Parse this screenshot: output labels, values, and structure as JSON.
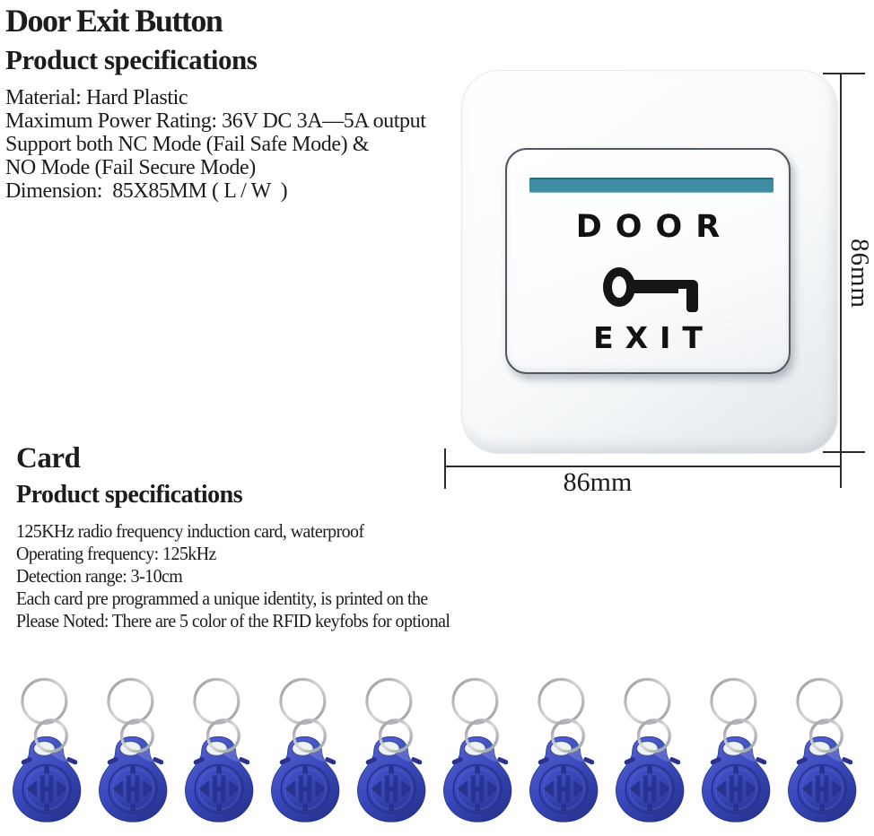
{
  "exit_button_section": {
    "title": "Door Exit Button",
    "subtitle": "Product specifications",
    "specs": [
      "Material: Hard Plastic",
      "Maximum Power Rating: 36V DC 3A—5A output",
      "Support both NC Mode (Fail Safe Mode) &",
      "NO Mode (Fail Secure Mode)",
      "Dimension:  85X85MM ( L / W  )"
    ]
  },
  "product_image": {
    "door_label": "DOOR",
    "exit_label": "EXIT",
    "key_icon": "key-icon",
    "height_label": "86mm",
    "width_label": "86mm"
  },
  "card_section": {
    "title": "Card",
    "subtitle": "Product specifications",
    "specs": [
      "125KHz radio frequency induction card, waterproof",
      "Operating frequency: 125kHz",
      "Detection range: 3-10cm",
      "Each card pre programmed a unique identity, is printed on the",
      "Please Noted: There are 5 color of the RFID keyfobs for optional"
    ]
  },
  "keyfobs": {
    "count": 10,
    "icon": "rfid-keyfob-icon"
  },
  "colors": {
    "text": "#1c1c1c",
    "dimension_line": "#2b2b2b",
    "stripe_teal": "#3f8da0",
    "stripe_edge": "#2b6b7d",
    "plate_face": "#f8fafb",
    "plate_shade": "#e2e7ea",
    "button_border": "#51575e",
    "key_black": "#161616",
    "fob_light": "#5363d1",
    "fob_mid": "#3a49bc",
    "fob_dark": "#27338f",
    "ring_silver_light": "#d6d9dc",
    "ring_silver_dark": "#94979b"
  }
}
